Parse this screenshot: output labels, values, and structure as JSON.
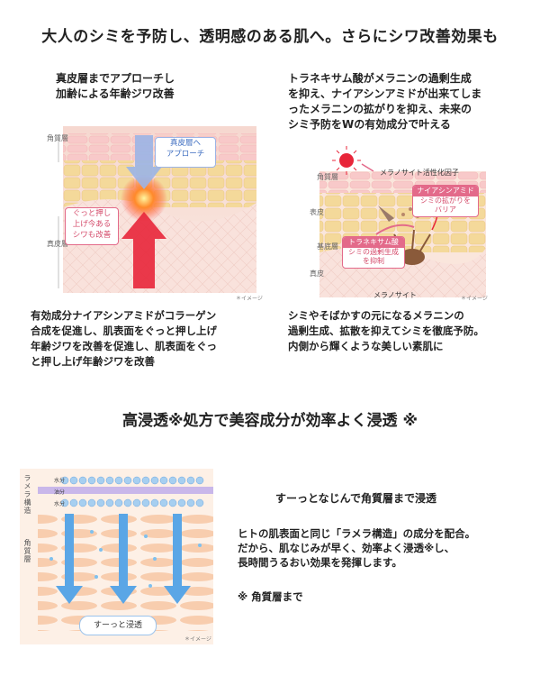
{
  "main_title": "大人のシミを予防し、透明感のある肌へ。さらにシワ改善効果も",
  "left_panel": {
    "heading": "真皮層までアプローチし\n加齢による年齢ジワ改善",
    "layer_labels": {
      "stratum_corneum": "角質層",
      "dermis": "真皮層"
    },
    "callout_dermis": "真皮層へ\nアプローチ",
    "callout_lift": "ぐっと押し\n上げ今ある\nシワも改善",
    "image_note": "＊イメージ",
    "caption": "有効成分ナイアシンアミドがコラーゲン\n合成を促進し、肌表面をぐっと押し上げ\n年齢ジワを改善を促進し、肌表面をぐっ\nと押し上げ年齢ジワを改善"
  },
  "right_panel": {
    "heading": "トラネキサム酸がメラニンの過剰生成\nを抑え、ナイアシンアミドが出来てしま\nったメラニンの拡がりを抑え、未来の\nシミ予防をWの有効成分で叶える",
    "layer_labels": {
      "stratum_corneum": "角質層",
      "epidermis": "表皮",
      "basal": "基底層",
      "dermis": "真皮"
    },
    "melanocyte_factor": "メラノサイト活性化因子",
    "niacinamide_title": "ナイアシンアミド",
    "niacinamide_text": "シミの拡がりを\nバリア",
    "tranexamic_title": "トラネキサム酸",
    "tranexamic_text": "シミの過剰生成\nを抑制",
    "melanocyte_label": "メラノサイト",
    "image_note": "＊イメージ",
    "caption": "シミやそばかすの元になるメラニンの\n過剰生成、拡散を抑えてシミを徹底予防。\n内側から輝くような美しい素肌に"
  },
  "section2_title": "高浸透※処方で美容成分が効率よく浸透 ※",
  "bottom_panel": {
    "vertical_lamellar": "ラメラ構造",
    "vertical_corneum": "角質層",
    "layer_water1": "水分",
    "layer_oil": "油分",
    "layer_water2": "水分",
    "penetration_label": "すーっと浸透",
    "image_note": "＊イメージ",
    "headline": "すーっとなじんで角質層まで浸透",
    "body": "ヒトの肌表面と同じ「ラメラ構造」の成分を配合。\nだから、肌なじみが早く、効率よく浸透※し、\n長時間うるおい効果を発揮します。",
    "footnote": "※ 角質層まで"
  },
  "colors": {
    "pink": "#e36a8a",
    "skin": "#f7d9c9",
    "yellow": "#f4dfa8",
    "red_arrow": "#e8263a",
    "blue_arrow": "#3f8fd2",
    "water_bar": "#8fb9e6",
    "oil_bar": "#b99ee0"
  }
}
